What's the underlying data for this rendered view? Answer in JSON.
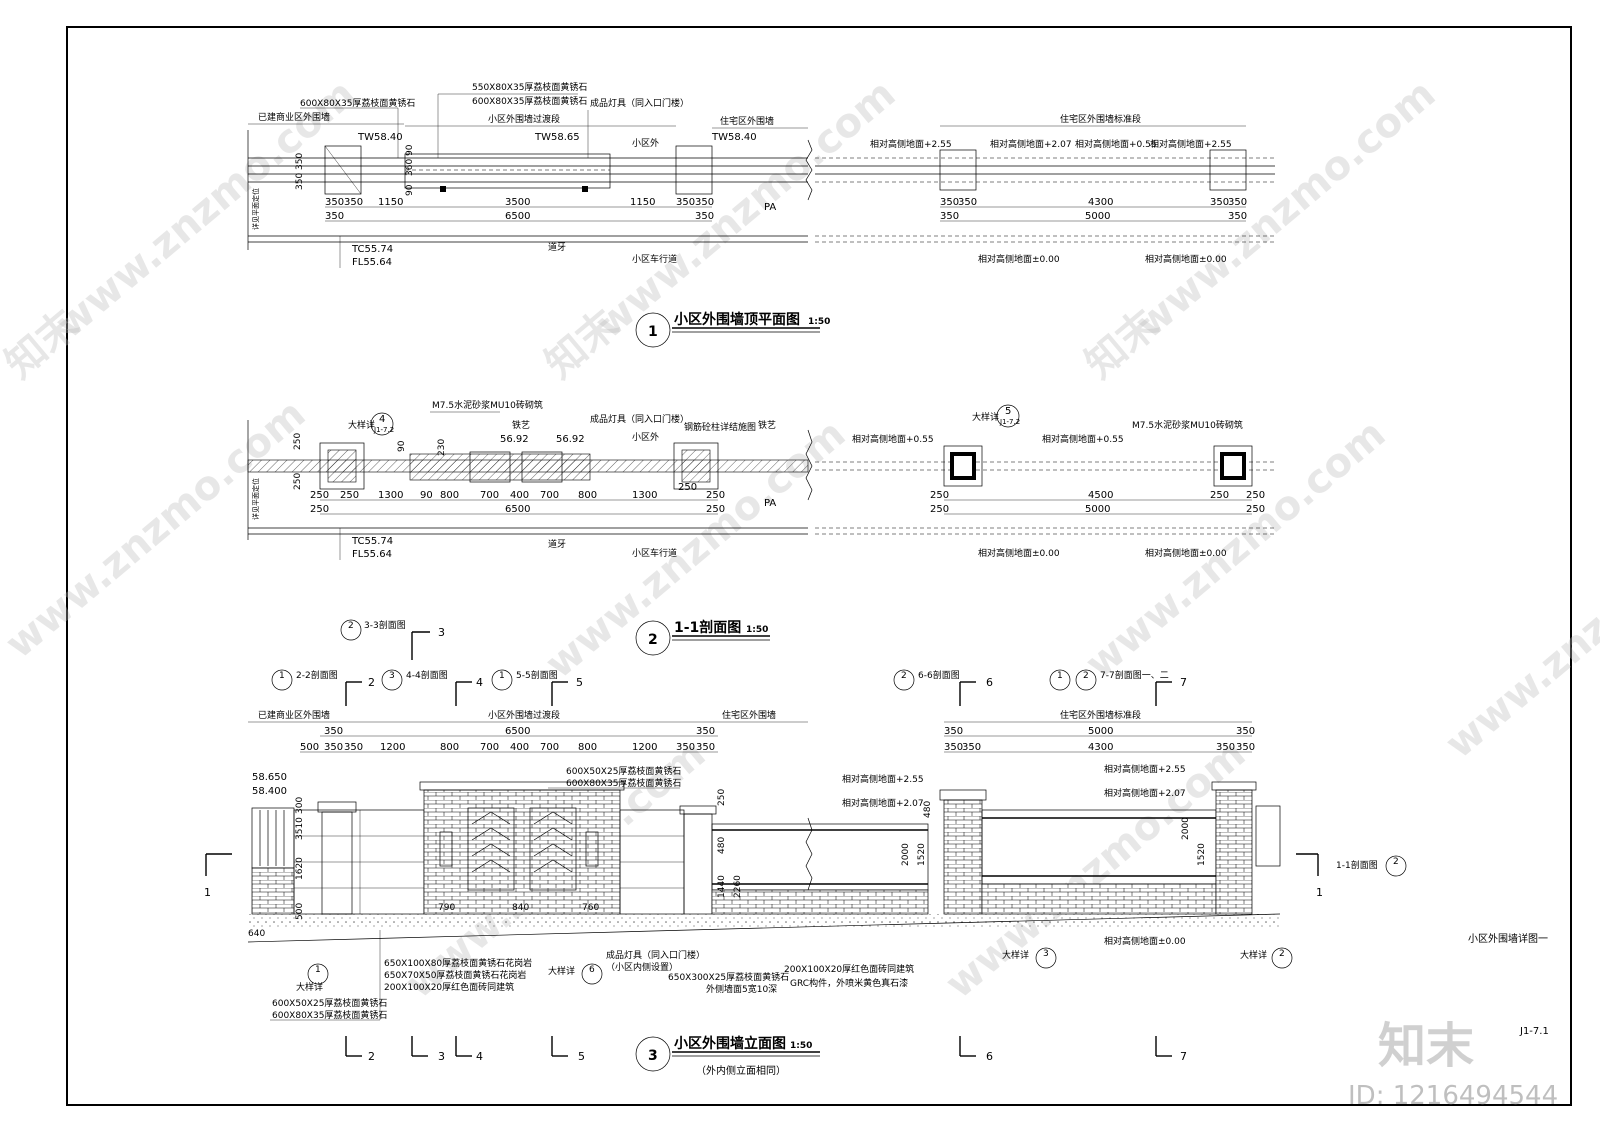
{
  "sheet": {
    "code": "J1-7.1",
    "label": "小区外围墙详图一",
    "watermark_logo": "知末",
    "watermark_url": "www.znzmo.com",
    "watermark_id": "ID: 1216494544"
  },
  "plan": {
    "title": "小区外围墙顶平面图",
    "scale": "1:50",
    "index": "1",
    "labels": {
      "existing_wall": "已建商业区外围墙",
      "transition": "小区外围墙过渡段",
      "stone1": "600X80X35厚荔枝面黄锈石",
      "stone2": "550X80X35厚荔枝面黄锈石",
      "stone3": "600X80X35厚荔枝面黄锈石",
      "lamp": "成品灯具（同入口门楼）",
      "outside": "小区外",
      "residential": "住宅区外围墙",
      "standard": "住宅区外围墙标准段",
      "tw1": "TW58.40",
      "tw2": "TW58.65",
      "tw3": "TW58.40",
      "tc": "TC55.74",
      "fl": "FL55.64",
      "curb": "道牙",
      "road": "小区车行道",
      "pa": "PA",
      "rel1": "相对高侧地面+2.55",
      "rel2": "相对高侧地面+2.07",
      "rel3": "相对高侧地面+0.55",
      "rel4": "相对高侧地面+2.55",
      "rel0a": "相对高侧地面±0.00",
      "rel0b": "相对高侧地面±0.00",
      "side": "详见平面定位"
    },
    "dims": {
      "d350a": "350",
      "d350b": "350",
      "d1150a": "1150",
      "d3500": "3500",
      "d1150b": "1150",
      "d350c": "350",
      "d350d": "350",
      "d6500": "6500",
      "d350e": "350",
      "d350f": "350",
      "d4300": "4300",
      "d350g": "350",
      "d350h": "350",
      "d350i": "350",
      "d5000": "5000",
      "d350j": "350",
      "v1": "350",
      "v2": "350",
      "v3": "90",
      "v4": "360",
      "v5": "90"
    }
  },
  "section": {
    "title": "1-1剖面图",
    "scale": "1:50",
    "index": "2",
    "labels": {
      "mortar1": "M7.5水泥砂浆MU10砖砌筑",
      "mortar2": "M7.5水泥砂浆MU10砖砌筑",
      "detail": "大样详",
      "detail2": "大样详",
      "d4": "4",
      "d4ref": "J1-7.2",
      "d5": "5",
      "d5ref": "J1-7.2",
      "iron": "铁艺",
      "iron2": "铁艺",
      "lamp": "成品灯具（同入口门楼）",
      "outside": "小区外",
      "col": "钢筋砼柱详结施图",
      "e1": "56.92",
      "e2": "56.92",
      "rel1": "相对高侧地面+0.55",
      "rel2": "相对高侧地面+0.55",
      "tc": "TC55.74",
      "fl": "FL55.64",
      "curb": "道牙",
      "road": "小区车行道",
      "pa": "PA",
      "rel0a": "相对高侧地面±0.00",
      "rel0b": "相对高侧地面±0.00",
      "side": "详见平面定位"
    },
    "dims": {
      "s250a": "250",
      "s250b": "250",
      "s1300a": "1300",
      "s90": "90",
      "s800a": "800",
      "s700a": "700",
      "s400": "400",
      "s700b": "700",
      "s800b": "800",
      "s1300b": "1300",
      "s250c": "250",
      "s250d": "250",
      "s6500": "6500",
      "s250e": "250",
      "s250f": "250",
      "s4500": "4500",
      "s250g": "250",
      "s250h": "250",
      "s5000": "5000",
      "s250i": "250",
      "sv1": "250",
      "sv2": "90",
      "sv3": "230",
      "sv4": "250"
    }
  },
  "elevation": {
    "title": "小区外围墙立面图",
    "scale": "1:50",
    "index": "3",
    "subtitle": "（外内侧立面相同）",
    "labels": {
      "existing_wall": "已建商业区外围墙",
      "transition": "小区外围墙过渡段",
      "residential": "住宅区外围墙",
      "standard": "住宅区外围墙标准段",
      "st1": "600X50X25厚荔枝面黄锈石",
      "st2": "600X80X35厚荔枝面黄锈石",
      "e1": "58.650",
      "e2": "58.400",
      "rel1": "相对高侧地面+2.55",
      "rel2": "相对高侧地面+2.07",
      "rel3": "相对高侧地面+2.55",
      "rel4": "相对高侧地面+2.07",
      "rel0": "相对高侧地面±0.00",
      "n1": "650X100X80厚荔枝面黄锈石花岗岩",
      "n2": "650X70X50厚荔枝面黄锈石花岗岩",
      "n3": "200X100X20厚红色面砖同建筑",
      "n4": "600X50X25厚荔枝面黄锈石",
      "n5": "600X80X35厚荔枝面黄锈石",
      "lamp": "成品灯具（同入口门楼）",
      "lamp2": "（小区内侧设置）",
      "n6": "650X300X25厚荔枝面黄锈石",
      "n7": "外侧墙面5宽10深",
      "n8": "200X100X20厚红色面砖同建筑",
      "n9": "GRC构件，外喷米黄色真石漆",
      "detail": "大样详",
      "cut": "1-1剖面图",
      "sec33": "3-3剖面图",
      "sec22": "2-2剖面图",
      "sec44": "4-4剖面图",
      "sec55": "5-5剖面图",
      "sec66": "6-6剖面图",
      "sec77": "7-7剖面图一、二"
    },
    "dims": {
      "e350a": "350",
      "e6500": "6500",
      "e350b": "350",
      "e500": "500",
      "e350c": "350",
      "e350d": "350",
      "e1200a": "1200",
      "e800a": "800",
      "e700a": "700",
      "e400": "400",
      "e700b": "700",
      "e800b": "800",
      "e1200b": "1200",
      "e350e": "350",
      "e350f": "350",
      "e350g": "350",
      "e5000": "5000",
      "e350h": "350",
      "e350i": "350",
      "e350j": "350",
      "e4300": "4300",
      "e350k": "350",
      "e350l": "350",
      "ev250": "250",
      "ev480": "480",
      "ev2000a": "2000",
      "ev1520a": "1520",
      "ev1440": "1440",
      "ev2260": "2260",
      "ev2000b": "2000",
      "ev1520b": "1520",
      "ev480b": "480",
      "evl1": "300",
      "evl2": "1620",
      "evl3": "3510",
      "evl4": "500",
      "evl5": "640",
      "h790": "790",
      "h840": "840",
      "h760": "760"
    },
    "marks": {
      "m1": "1",
      "m2": "2",
      "m3": "3",
      "m4": "4",
      "m5": "5",
      "m6": "6",
      "m7": "7"
    }
  }
}
